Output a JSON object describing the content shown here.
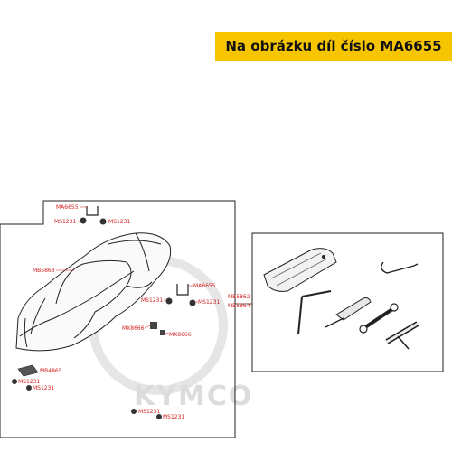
{
  "banner": {
    "text": "Na obrázku díl číslo MA6655"
  },
  "watermark": {
    "text": "KYMCO"
  },
  "labels": {
    "ma6655_top": "MA6655",
    "ms1231_a": "MS1231",
    "ms1231_b": "MS1231",
    "mb5863": "MB5863",
    "ms1231_c": "MS1231",
    "ma6655_mid": "MA6655",
    "ms1231_d": "MS1231",
    "mx8666_a": "MX8666",
    "mx8666_b": "MX8666",
    "mb5862": "MB5862",
    "mb5864": "MB5864",
    "mb4865": "MB4865",
    "ms1231_e": "MS1231",
    "ms1231_f": "MS1231",
    "ms1231_g": "MS1231",
    "ms1231_h": "MS1231"
  },
  "colors": {
    "banner": "#f7c500",
    "label": "#d32020",
    "line": "#222222"
  }
}
